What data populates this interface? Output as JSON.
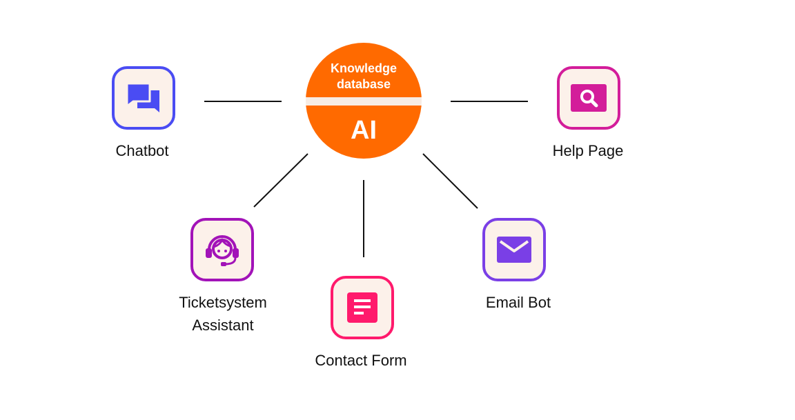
{
  "hub": {
    "top_label": "Knowledge\ndatabase",
    "bottom_label": "AI",
    "color": "#ff6a00",
    "divider_color": "#f7ece4"
  },
  "nodes": [
    {
      "id": "chatbot",
      "label": "Chatbot",
      "icon": "chat-bubbles-icon",
      "color": "#4a4cf3"
    },
    {
      "id": "help-page",
      "label": "Help Page",
      "icon": "search-icon",
      "color": "#d31d9a"
    },
    {
      "id": "ticketsystem",
      "label": "Ticketsystem\nAssistant",
      "icon": "support-agent-icon",
      "color": "#a213b8"
    },
    {
      "id": "contact-form",
      "label": "Contact Form",
      "icon": "form-document-icon",
      "color": "#ff1a6c"
    },
    {
      "id": "email-bot",
      "label": "Email Bot",
      "icon": "envelope-icon",
      "color": "#7a3fe6"
    }
  ],
  "tile_background": "#fcf1ea",
  "connector_color": "#111111"
}
